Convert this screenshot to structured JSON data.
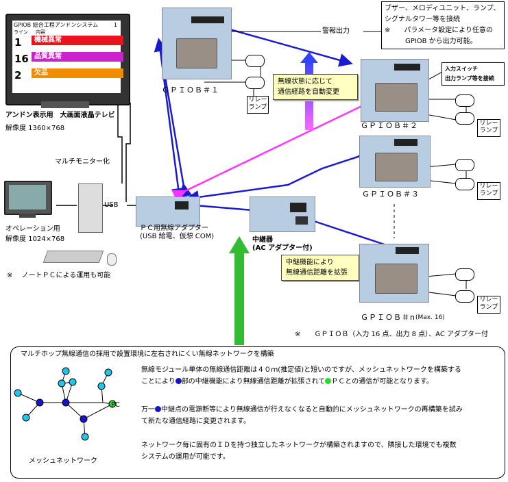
{
  "tv": {
    "header_title": "GPIOB 総合工程アンドンシステム",
    "header_small": "1",
    "col_line": "ライン",
    "col_content": "内容",
    "rows": [
      {
        "num": "1",
        "text": "機械異常",
        "color": "#e8141e"
      },
      {
        "num": "16",
        "text": "品質異常",
        "color": "#cc22cc"
      },
      {
        "num": "2",
        "text": "欠品",
        "color": "#f08c00"
      }
    ],
    "caption1": "アンドン表示用　大画面液晶テレビ",
    "caption2": "解像度 1360×768"
  },
  "multi_monitor": "マルチモニター化",
  "operation": {
    "caption1": "オペレーション用",
    "caption2": "解像度 1024×768",
    "note": "※　 ノートＰＣによる運用も可能"
  },
  "usb": "USB",
  "adapter": {
    "caption1": "ＰＣ用無線アダプター",
    "caption2": "(USB 給電、仮想 COM)"
  },
  "relay_station": {
    "caption1": "中継器",
    "caption2": "(AC アダプター付)"
  },
  "alarm_output": "警報出力",
  "top_note": {
    "line1": "ブザー、メロディユニット、ランプ、",
    "line2": "シグナルタワー等を接続",
    "line3": "※　　パラメータ設定により任意の",
    "line4": "GPIOB から出力可能。"
  },
  "input_note": {
    "line1": "入力スイッチ",
    "line2": "出力ランプ等を接続"
  },
  "route_box": {
    "line1": "無線状態に応じて",
    "line2": "通信経路を自動変更"
  },
  "relay_box": {
    "line1": "中継機能により",
    "line2": "無線通信距離を拡張"
  },
  "relay_lamp": {
    "line1": "リレー",
    "line2": "ランプ"
  },
  "gpiob_labels": [
    "ＧＰＩＯＢ＃１",
    "ＧＰＩＯＢ＃２",
    "ＧＰＩＯＢ＃３",
    "ＧＰＩＯＢ＃n"
  ],
  "gpiob_max": "(Max. 16)",
  "gpiob_spec": "※　　ＧＰＩＯＢ（入力 16 点、出力 8 点）、AC アダプター付",
  "bottom": {
    "title": "マルチホップ無線通信の採用で設置環境に左右されにくい無線ネットワークを構築",
    "pc_label": "PC",
    "mesh_label": "メッシュネットワーク",
    "p1a": "無線モジュール単体の無線通信距離は４０ｍ(推定値)と短いのですが、メッシュネットワークを構築する",
    "p1b_pre": "ことにより",
    "p1b_mid": "部の中継機能により無線通信距離が拡張されて",
    "p1b_post": "ＰＣとの通信が可能となります。",
    "p2_pre": "万一",
    "p2_post": "中継点の電源断等により無線通信が行えなくなると自動的にメッシュネットワークの再構築を試み",
    "p2b": "て新たな通信経路に変更されます。",
    "p3a": "ネットワーク毎に固有のＩＤを持つ独立したネットワークが構築されますので、隣接した環境でも複数",
    "p3b": "システムの運用が可能です。"
  },
  "colors": {
    "blue_link": "#1a1ad0",
    "magenta_link": "#ff33ff",
    "green_arrow": "#33bb33",
    "node_cyan": "#22c6ea",
    "node_blue": "#1414c8",
    "node_green": "#22dd22"
  }
}
